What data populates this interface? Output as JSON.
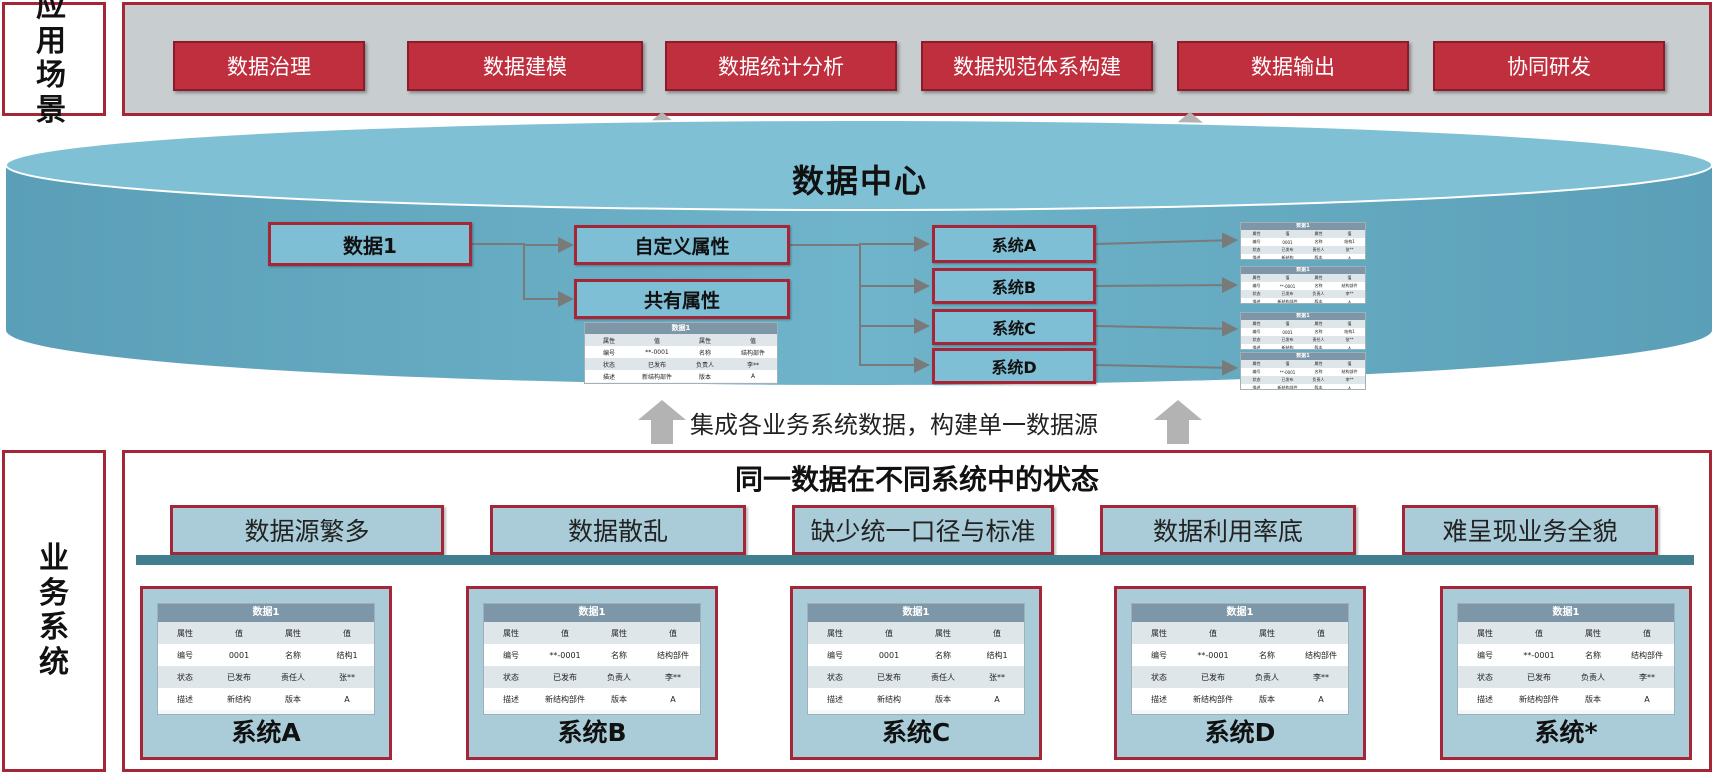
{
  "labels": {
    "app": "应用场景",
    "biz": "业务系统"
  },
  "app_scenarios": [
    "数据治理",
    "数据建模",
    "数据统计分析",
    "数据规范体系构建",
    "数据输出",
    "协同研发"
  ],
  "data_center": {
    "title": "数据中心",
    "source": "数据1",
    "attributes": [
      "自定义属性",
      "共有属性"
    ],
    "systems": [
      "系统A",
      "系统B",
      "系统C",
      "系统D"
    ]
  },
  "integration_caption": "集成各业务系统数据，构建单一数据源",
  "business": {
    "title": "同一数据在不同系统中的状态",
    "problems": [
      "数据源繁多",
      "数据散乱",
      "缺少统一口径与标准",
      "数据利用率底",
      "难呈现业务全貌"
    ],
    "systems": [
      {
        "name": "系统A",
        "table": {
          "title": "数据1",
          "rows": [
            [
              "属性",
              "值",
              "属性",
              "值"
            ],
            [
              "编号",
              "0001",
              "名称",
              "结构1"
            ],
            [
              "状态",
              "已发布",
              "责任人",
              "张**"
            ],
            [
              "描述",
              "新结构",
              "版本",
              "A"
            ]
          ]
        }
      },
      {
        "name": "系统B",
        "table": {
          "title": "数据1",
          "rows": [
            [
              "属性",
              "值",
              "属性",
              "值"
            ],
            [
              "编号",
              "**-0001",
              "名称",
              "结构部件"
            ],
            [
              "状态",
              "已发布",
              "负责人",
              "李**"
            ],
            [
              "描述",
              "新结构部件",
              "版本",
              "A"
            ]
          ]
        }
      },
      {
        "name": "系统C",
        "table": {
          "title": "数据1",
          "rows": [
            [
              "属性",
              "值",
              "属性",
              "值"
            ],
            [
              "编号",
              "0001",
              "名称",
              "结构1"
            ],
            [
              "状态",
              "已发布",
              "责任人",
              "张**"
            ],
            [
              "描述",
              "新结构",
              "版本",
              "A"
            ]
          ]
        }
      },
      {
        "name": "系统D",
        "table": {
          "title": "数据1",
          "rows": [
            [
              "属性",
              "值",
              "属性",
              "值"
            ],
            [
              "编号",
              "**-0001",
              "名称",
              "结构部件"
            ],
            [
              "状态",
              "已发布",
              "负责人",
              "李**"
            ],
            [
              "描述",
              "新结构部件",
              "版本",
              "A"
            ]
          ]
        }
      },
      {
        "name": "系统*",
        "table": {
          "title": "数据1",
          "rows": [
            [
              "属性",
              "值",
              "属性",
              "值"
            ],
            [
              "编号",
              "**-0001",
              "名称",
              "结构部件"
            ],
            [
              "状态",
              "已发布",
              "负责人",
              "李**"
            ],
            [
              "描述",
              "新结构部件",
              "版本",
              "A"
            ]
          ]
        }
      }
    ]
  },
  "colors": {
    "accent_red": "#bf2f3e",
    "border_red": "#a52636",
    "cylinder": "#6aafc6",
    "panel_gray": "#c8cdd0",
    "light_blue": "#a9ccd8"
  },
  "icons": [
    "up-arrow-icon",
    "flow-arrow-icon"
  ]
}
